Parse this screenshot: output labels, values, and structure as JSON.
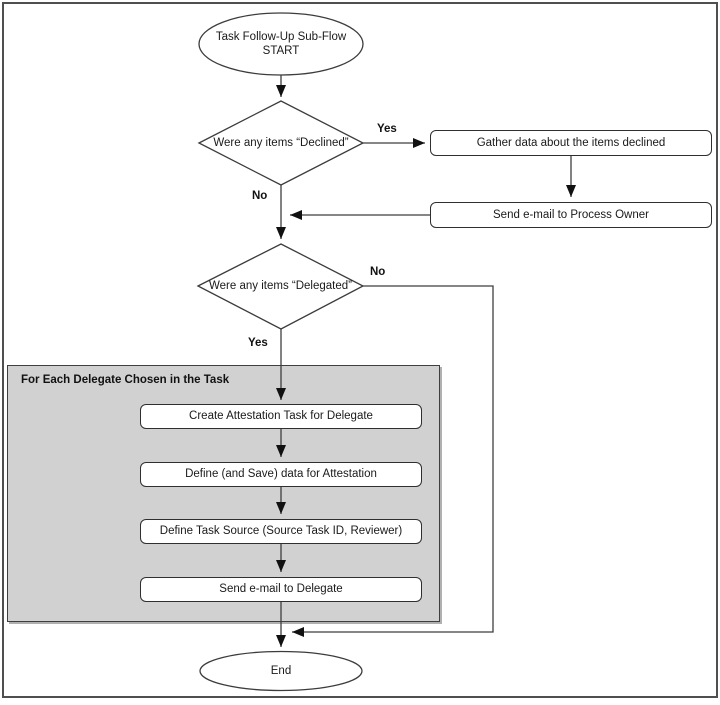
{
  "diagram": {
    "type": "flowchart",
    "start": {
      "line1": "Task Follow-Up Sub-Flow",
      "line2": "START"
    },
    "decisions": {
      "declined": "Were any items “Declined”",
      "delegated": "Were any items “Delegated”"
    },
    "processes": {
      "gather": "Gather data about the items declined",
      "send_owner": "Send e-mail to Process Owner",
      "create": "Create Attestation Task for Delegate",
      "define_save": "Define (and Save) data for Attestation",
      "define_source": "Define Task Source (Source Task ID, Reviewer)",
      "send_delegate": "Send e-mail to Delegate"
    },
    "group": {
      "title": "For Each Delegate Chosen in the Task"
    },
    "labels": {
      "yes_declined": "Yes",
      "no_declined": "No",
      "no_delegated": "No",
      "yes_delegated": "Yes"
    },
    "end": "End",
    "colors": {
      "line": "#3f3f3f",
      "group_fill": "#d1d1d1",
      "node_fill": "#ffffff",
      "node_border": "#2f2f2f"
    }
  }
}
